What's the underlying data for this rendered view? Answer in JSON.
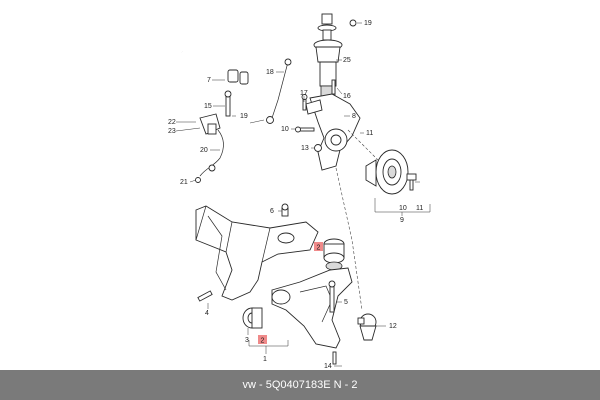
{
  "diagram": {
    "callouts": {
      "c1": "1",
      "c2a": "2",
      "c2b": "2",
      "c3": "3",
      "c4": "4",
      "c5": "5",
      "c6": "6",
      "c7": "7",
      "c8": "8",
      "c9": "9",
      "c10": "10",
      "c10b": "10",
      "c11": "11",
      "c12": "12",
      "c13": "13",
      "c14": "14",
      "c15": "15",
      "c16": "16",
      "c17": "17",
      "c18": "18",
      "c19a": "19",
      "c19b": "19",
      "c20": "20",
      "c21": "21",
      "c22": "22",
      "c23": "23",
      "c25": "25"
    },
    "highlight_color": "#f08a8a"
  },
  "footer": {
    "text": "vw - 5Q0407183E     N - 2",
    "background": "#7a7a7a"
  }
}
